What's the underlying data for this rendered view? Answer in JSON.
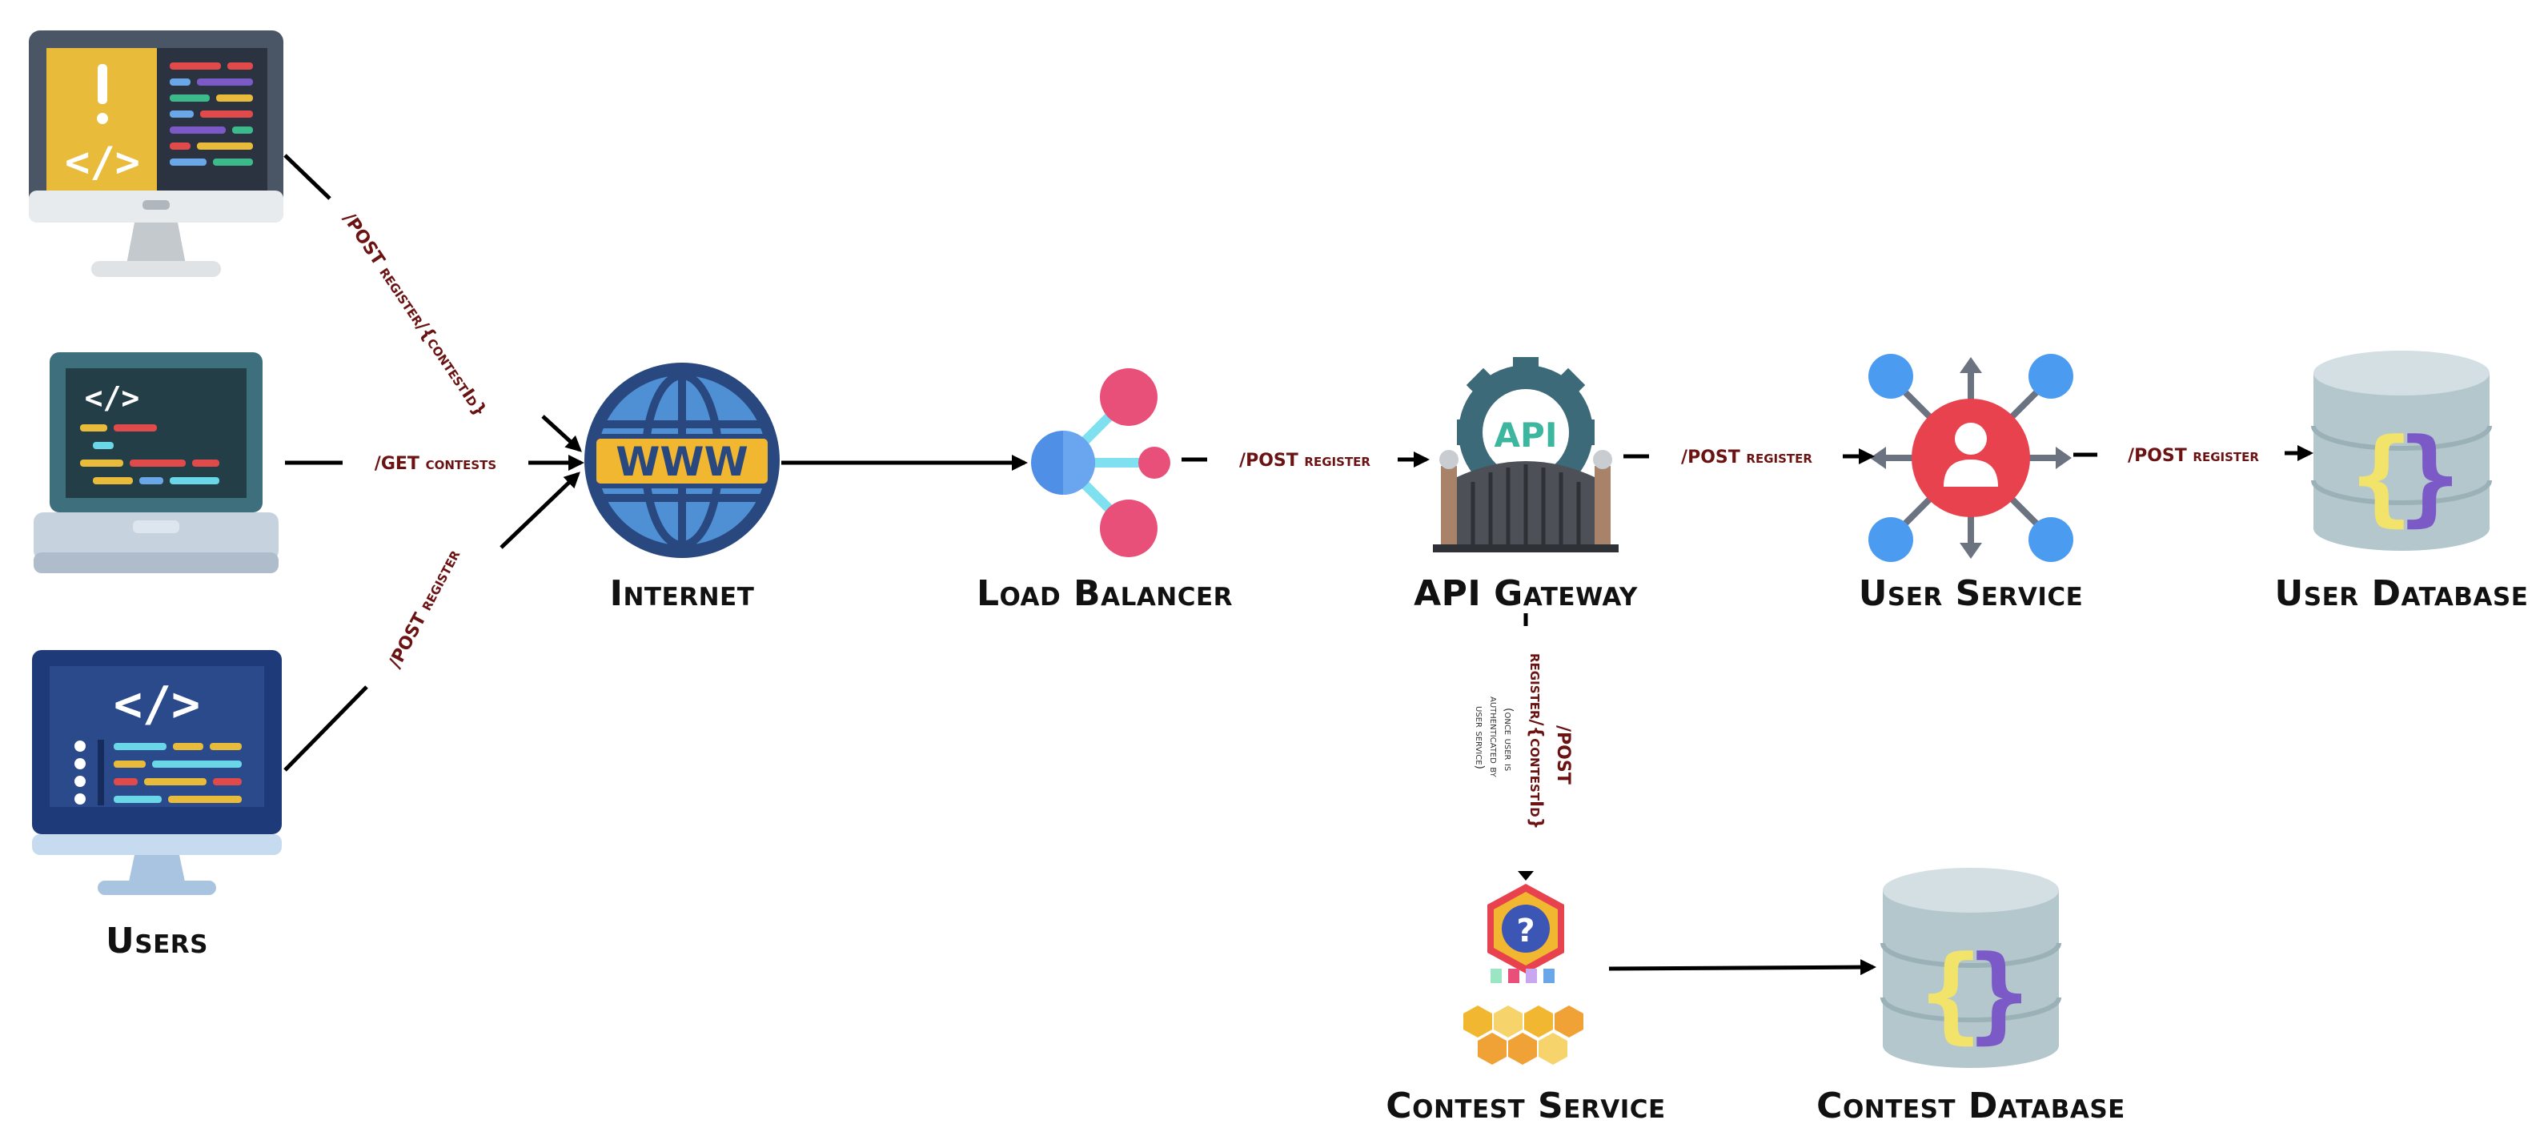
{
  "nodes": {
    "users": "Users",
    "internet": "Internet",
    "load_balancer": "Load Balancer",
    "api_gateway": "API Gateway",
    "user_service": "User Service",
    "user_database": "User Database",
    "contest_service": "Contest Service",
    "contest_database": "Contest Database"
  },
  "edges": {
    "client1_to_internet": "/POST register/{contestId}",
    "client2_to_internet": "/GET contests",
    "client3_to_internet": "/POST register",
    "lb_to_gateway": "/POST register",
    "gateway_to_user_service": "/POST register",
    "user_service_to_db": "/POST register",
    "gateway_to_contest_line1": "/POST",
    "gateway_to_contest_line2": "register/{contestId}",
    "gateway_to_contest_note1": "(once user is",
    "gateway_to_contest_note2": "authenticated by",
    "gateway_to_contest_note3": "user service)"
  },
  "icons": {
    "client1": "monitor-code-warning-icon",
    "client2": "laptop-code-icon",
    "client3": "monitor-code-icon",
    "internet": "www-globe-icon",
    "load_balancer": "load-balancer-icon",
    "api_gateway": "api-gateway-icon",
    "user_service": "user-service-hub-icon",
    "user_database": "json-database-icon",
    "contest_service": "contest-service-icon",
    "contest_database": "json-database-icon"
  },
  "colors": {
    "edge_label": "#6b1212",
    "line": "#000000"
  }
}
